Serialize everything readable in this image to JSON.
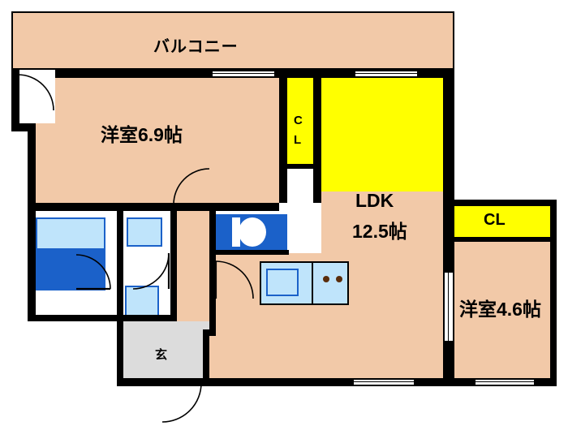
{
  "floorplan": {
    "title": "apartment-floor-plan",
    "rooms": [
      {
        "key": "balcony",
        "label": "バルコニー",
        "size": ""
      },
      {
        "key": "washitsu",
        "label": "洋室6.9帖",
        "size": "6.9"
      },
      {
        "key": "ldk",
        "label": "LDK",
        "size": "12.5帖"
      },
      {
        "key": "bedroom2",
        "label": "洋室4.6帖",
        "size": "4.6"
      },
      {
        "key": "entrance",
        "label": "玄",
        "size": ""
      }
    ],
    "labels": {
      "balcony": "バルコニー",
      "room_69": "洋室6.9帖",
      "cl_center_line1": "C",
      "cl_center_line2": "L",
      "ldk_line1": "LDK",
      "ldk_line2": "12.5帖",
      "cl_right": "CL",
      "room_46": "洋室4.6帖",
      "entrance": "玄"
    },
    "colors": {
      "wall": "#000000",
      "room_fill": "#f2c9a8",
      "closet_fill": "#ffff00",
      "water_blue": "#bfe4fb",
      "fixture_blue": "#1b61c9",
      "entrance_gray": "#dcdcdc",
      "background": "#ffffff"
    }
  }
}
